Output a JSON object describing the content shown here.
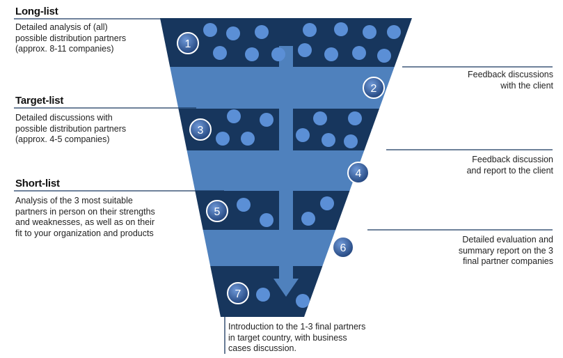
{
  "sections": [
    {
      "title": "Long-list",
      "description": [
        "Detailed analysis of (all)",
        "possible distribution partners",
        "(approx. 8-11 companies)"
      ]
    },
    {
      "title": "Target-list",
      "description": [
        "Detailed discussions with",
        "possible distribution partners",
        "(approx. 4-5 companies)"
      ]
    },
    {
      "title": "Short-list",
      "description": [
        "Analysis of the 3 most suitable",
        "partners in person on their strengths",
        "and weaknesses, as well as on their",
        "fit to your organization and products"
      ]
    }
  ],
  "feedback": [
    {
      "lines": [
        "Feedback discussions",
        "with the client"
      ]
    },
    {
      "lines": [
        "Feedback discussion",
        "and report to the client"
      ]
    },
    {
      "lines": [
        "Detailed evaluation and",
        "summary report on the 3",
        "final partner companies"
      ]
    }
  ],
  "final_step": {
    "lines": [
      "Introduction to the 1-3 final partners",
      "in target country, with business",
      "cases discussion."
    ]
  },
  "steps": [
    "1",
    "2",
    "3",
    "4",
    "5",
    "6",
    "7"
  ],
  "colors": {
    "dark_band": "#17365d",
    "light_band": "#4f81bd",
    "dot": "#5b8fd6",
    "line": "#17365d"
  }
}
